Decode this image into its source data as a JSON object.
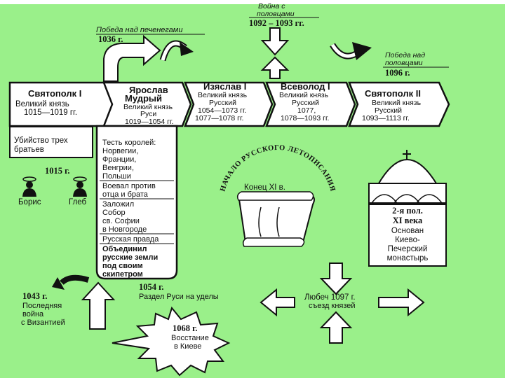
{
  "timeline": {
    "events": {
      "pecheneg": {
        "caption": "Победа над печенегами",
        "year": "1036 г."
      },
      "polovtsy_war": {
        "line1": "Война с",
        "line2": "половцами",
        "years": "1092 – 1093 гг."
      },
      "polovtsy_victory": {
        "line1": "Победа над",
        "line2": "половцами",
        "year": "1096 г."
      }
    },
    "princes": [
      {
        "name": "Святополк I",
        "title1": "Великий князь",
        "title2": "",
        "years": "1015—1019 гг."
      },
      {
        "name1": "Ярослав",
        "name2": "Мудрый",
        "title1": "Великий князь",
        "title2": "Руси",
        "years": "1019—1054 гг."
      },
      {
        "name": "Изяслав I",
        "title1": "Великий князь",
        "title2": "Русский",
        "years1": "1054—1073 гг.",
        "years2": "1077—1078 гг."
      },
      {
        "name": "Всеволод I",
        "title1": "Великий князь",
        "title2": "Русский",
        "years1": "1077,",
        "years2": "1078—1093 гг."
      },
      {
        "name": "Святополк II",
        "title1": "Великий князь",
        "title2": "Русский",
        "years": "1093—1113 гг."
      }
    ]
  },
  "murder": {
    "line1": "Убийство трех",
    "line2": "братьев",
    "year": "1015 г."
  },
  "saints": [
    "Борис",
    "Глеб"
  ],
  "yaroslav_deeds": {
    "father_in_law": [
      "Тесть королей:",
      "Норвегии,",
      "Франции,",
      "Венгрии,",
      "Польши"
    ],
    "war": [
      "Воевал против",
      "отца и брата"
    ],
    "sofia": [
      "Заложил",
      "Собор",
      "св. Софии",
      "в Новгороде"
    ],
    "pravda": "Русская правда",
    "unified": [
      "Объединил",
      "русские земли",
      "под своим",
      "скипетром"
    ]
  },
  "chronicle": {
    "arc_text": "НАЧАЛО РУССКОГО ЛЕТОПИСАНИЯ",
    "scroll_text": "Конец XI в."
  },
  "monastery": {
    "lines": [
      "2-я пол.",
      "XI века",
      "Основан",
      "Киево-",
      "Печерский",
      "монастырь"
    ]
  },
  "byzantium": {
    "year": "1043 г.",
    "line1": "Последняя",
    "line2": "война",
    "line3": "с Византией"
  },
  "division": {
    "year": "1054 г.",
    "caption": "Раздел Руси на уделы"
  },
  "revolt": {
    "year": "1068 г.",
    "line1": "Восстание",
    "line2": "в Киеве"
  },
  "lyubech": {
    "line1": "Любеч 1097 г.",
    "line2": "съезд князей"
  },
  "colors": {
    "background": "#9af08a",
    "ink": "#111111",
    "box": "#ffffff"
  }
}
